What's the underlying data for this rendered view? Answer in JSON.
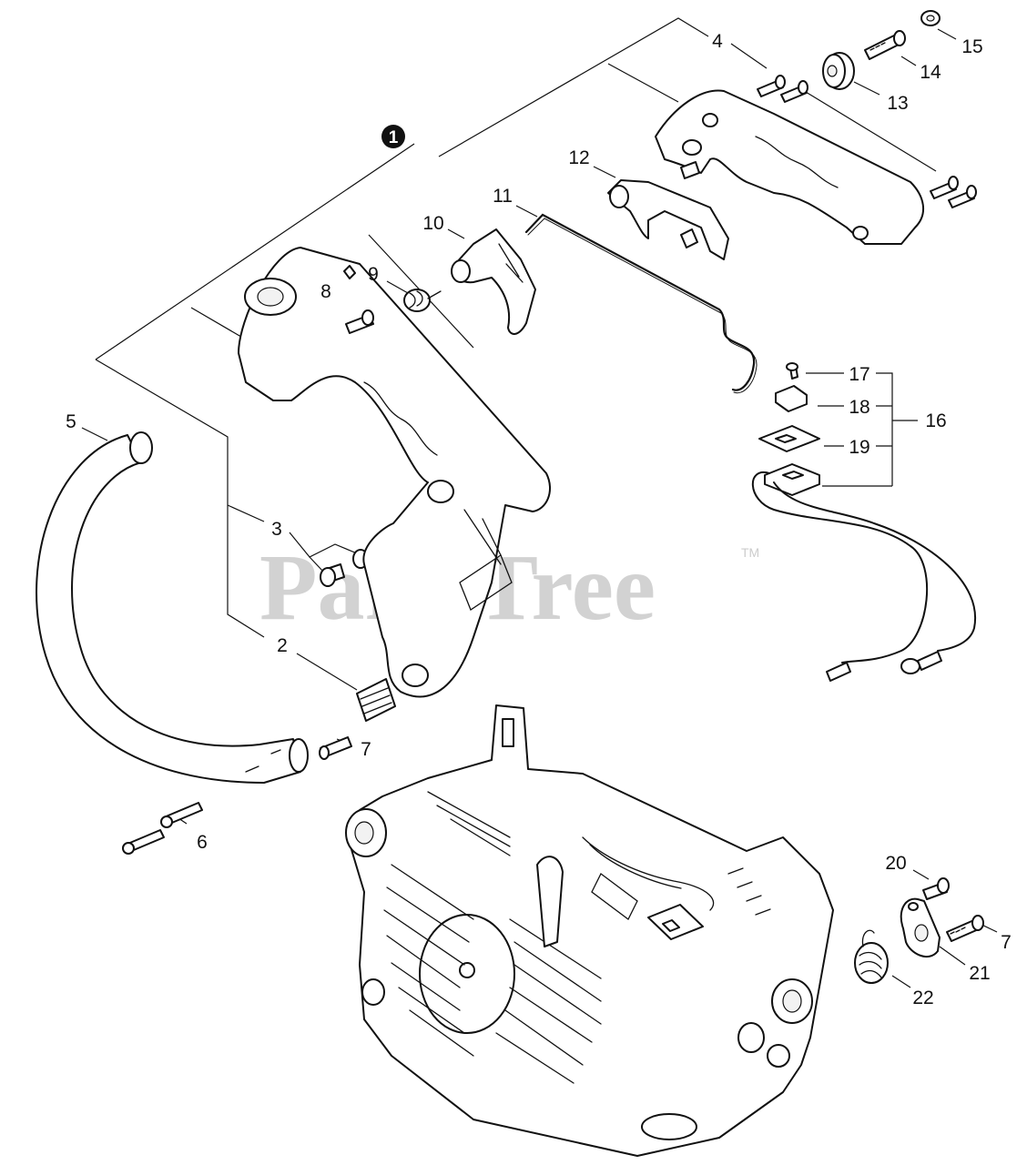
{
  "watermark": {
    "text": "PartsTree",
    "trademark": "TM"
  },
  "callouts": [
    {
      "id": "c1",
      "label": "1"
    },
    {
      "id": "c2",
      "label": "2"
    },
    {
      "id": "c3",
      "label": "3"
    },
    {
      "id": "c4",
      "label": "4"
    },
    {
      "id": "c5",
      "label": "5"
    },
    {
      "id": "c6",
      "label": "6"
    },
    {
      "id": "c7a",
      "label": "7"
    },
    {
      "id": "c7b",
      "label": "7"
    },
    {
      "id": "c8",
      "label": "8"
    },
    {
      "id": "c9",
      "label": "9"
    },
    {
      "id": "c10",
      "label": "10"
    },
    {
      "id": "c11",
      "label": "11"
    },
    {
      "id": "c12",
      "label": "12"
    },
    {
      "id": "c13",
      "label": "13"
    },
    {
      "id": "c14",
      "label": "14"
    },
    {
      "id": "c15",
      "label": "15"
    },
    {
      "id": "c16",
      "label": "16"
    },
    {
      "id": "c17",
      "label": "17"
    },
    {
      "id": "c18",
      "label": "18"
    },
    {
      "id": "c19",
      "label": "19"
    },
    {
      "id": "c20",
      "label": "20"
    },
    {
      "id": "c21",
      "label": "21"
    },
    {
      "id": "c22",
      "label": "22"
    }
  ]
}
